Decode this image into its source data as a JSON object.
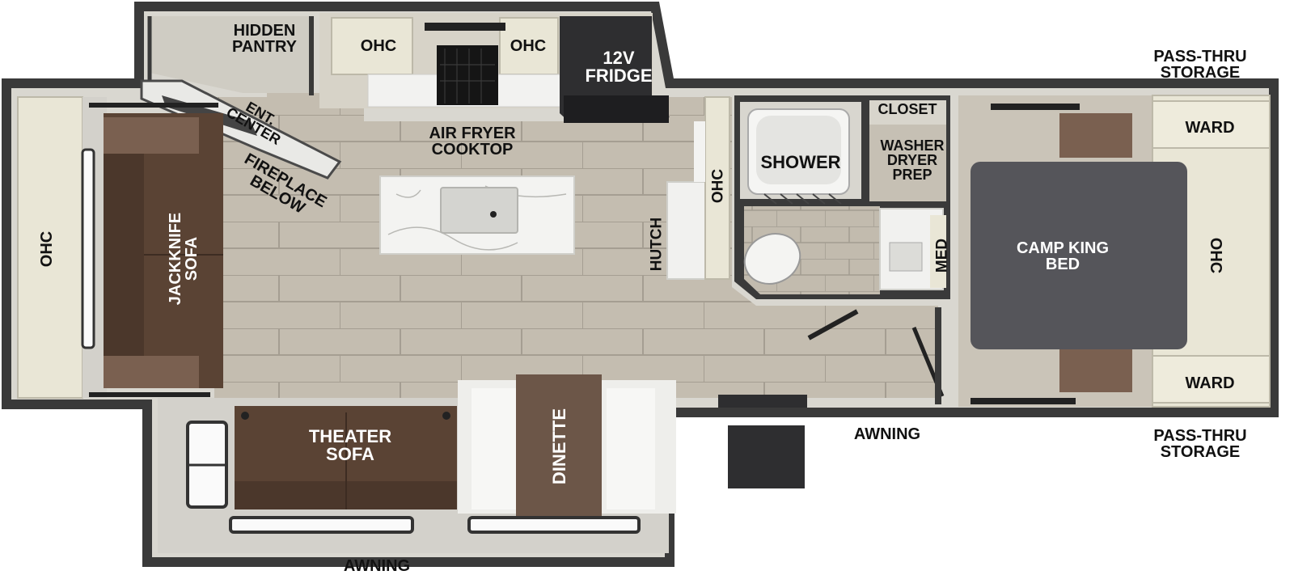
{
  "floorplan": {
    "labels": {
      "hidden_pantry": "HIDDEN\nPANTRY",
      "ohc_kitchen_left": "OHC",
      "ohc_kitchen_right": "OHC",
      "fridge": "12V\nFRIDGE",
      "pass_thru_storage_top": "PASS-THRU\nSTORAGE",
      "ent_center": "ENT.\nCENTER",
      "air_fryer_cooktop": "AIR FRYER\nCOOKTOP",
      "closet": "CLOSET",
      "washer_dryer_prep": "WASHER\nDRYER\nPREP",
      "ward_top": "WARD",
      "fireplace_below": "FIREPLACE\nBELOW",
      "shower": "SHOWER",
      "ohc_hutch": "OHC",
      "hutch": "HUTCH",
      "camp_king_bed": "CAMP KING\nBED",
      "ohc_bedroom": "OHC",
      "ohc_living": "OHC",
      "jackknife_sofa": "JACKKNIFE\nSOFA",
      "med": "MED",
      "ward_bottom": "WARD",
      "theater_sofa": "THEATER\nSOFA",
      "dinette": "DINETTE",
      "awning_right": "AWNING",
      "pass_thru_storage_bottom": "PASS-THRU\nSTORAGE",
      "awning_bottom": "AWNING"
    },
    "colors": {
      "wall": "#3a3a3a",
      "floor_tile": "#c4bdb0",
      "grout": "#a59e92",
      "sofa": "#5a4334",
      "counter": "#f2f2f0",
      "bed": "#55555a",
      "cabinet": "#e9e6d6",
      "fridge": "#2e2e30"
    }
  }
}
